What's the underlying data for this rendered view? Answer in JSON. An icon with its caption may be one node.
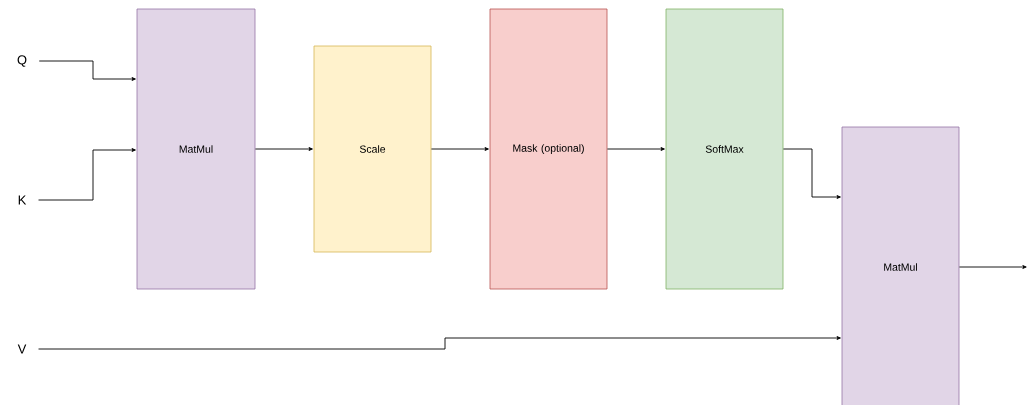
{
  "diagram": {
    "nodes": [
      {
        "text": [
          "Q"
        ]
      },
      {
        "text": [
          "K"
        ]
      },
      {
        "text": [
          "V"
        ]
      },
      {
        "text": [
          "MatMul"
        ]
      },
      {
        "text": [
          "Scale"
        ]
      },
      {
        "text": [
          "Mask (optional)"
        ]
      },
      {
        "text": [
          "SoftMax"
        ]
      },
      {
        "text": [
          "MatMul"
        ]
      }
    ],
    "edges": [
      {
        "from": 0,
        "to": 3,
        "arrow": "to"
      },
      {
        "from": 1,
        "to": 3,
        "arrow": "to"
      },
      {
        "from": 3,
        "to": 4,
        "arrow": "to"
      },
      {
        "from": 4,
        "to": 5,
        "arrow": "to"
      },
      {
        "from": 5,
        "to": 6,
        "arrow": "to"
      },
      {
        "from": 6,
        "to": 7,
        "arrow": "to"
      },
      {
        "from": 2,
        "to": 7,
        "arrow": "to"
      },
      {
        "from": 7,
        "to": null,
        "arrow": "to"
      }
    ]
  }
}
